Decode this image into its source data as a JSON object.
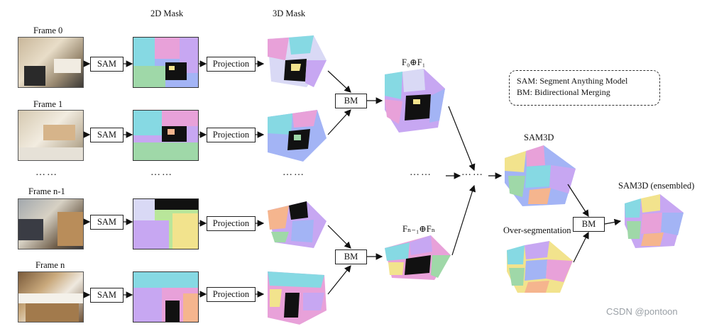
{
  "column_headers": {
    "mask2d": "2D Mask",
    "mask3d": "3D Mask"
  },
  "frames": [
    {
      "label": "Frame 0"
    },
    {
      "label": "Frame 1"
    },
    {
      "label": "Frame n-1"
    },
    {
      "label": "Frame n"
    }
  ],
  "process_boxes": {
    "sam": "SAM",
    "projection": "Projection",
    "bm": "BM"
  },
  "ellipsis": "……",
  "merge_labels": {
    "top": "F₀⊕F₁",
    "bottom": "Fₙ₋₁⊕Fₙ"
  },
  "results": {
    "sam3d": "SAM3D",
    "over_segmentation": "Over-segmentation",
    "ensembled": "SAM3D (ensembled)"
  },
  "legend": {
    "line1": "SAM: Segment Anything Model",
    "line2": "BM: Bidirectional Merging"
  },
  "watermark": "CSDN @pontoon",
  "colors": {
    "border": "#222222",
    "mask_palette": [
      "#e8a1d9",
      "#9fd8a8",
      "#a3b4f5",
      "#f2e38d",
      "#c7a7f2",
      "#86d9e3",
      "#f5b58e",
      "#b9e69a",
      "#d9d9f5",
      "#7ea0e8"
    ]
  }
}
